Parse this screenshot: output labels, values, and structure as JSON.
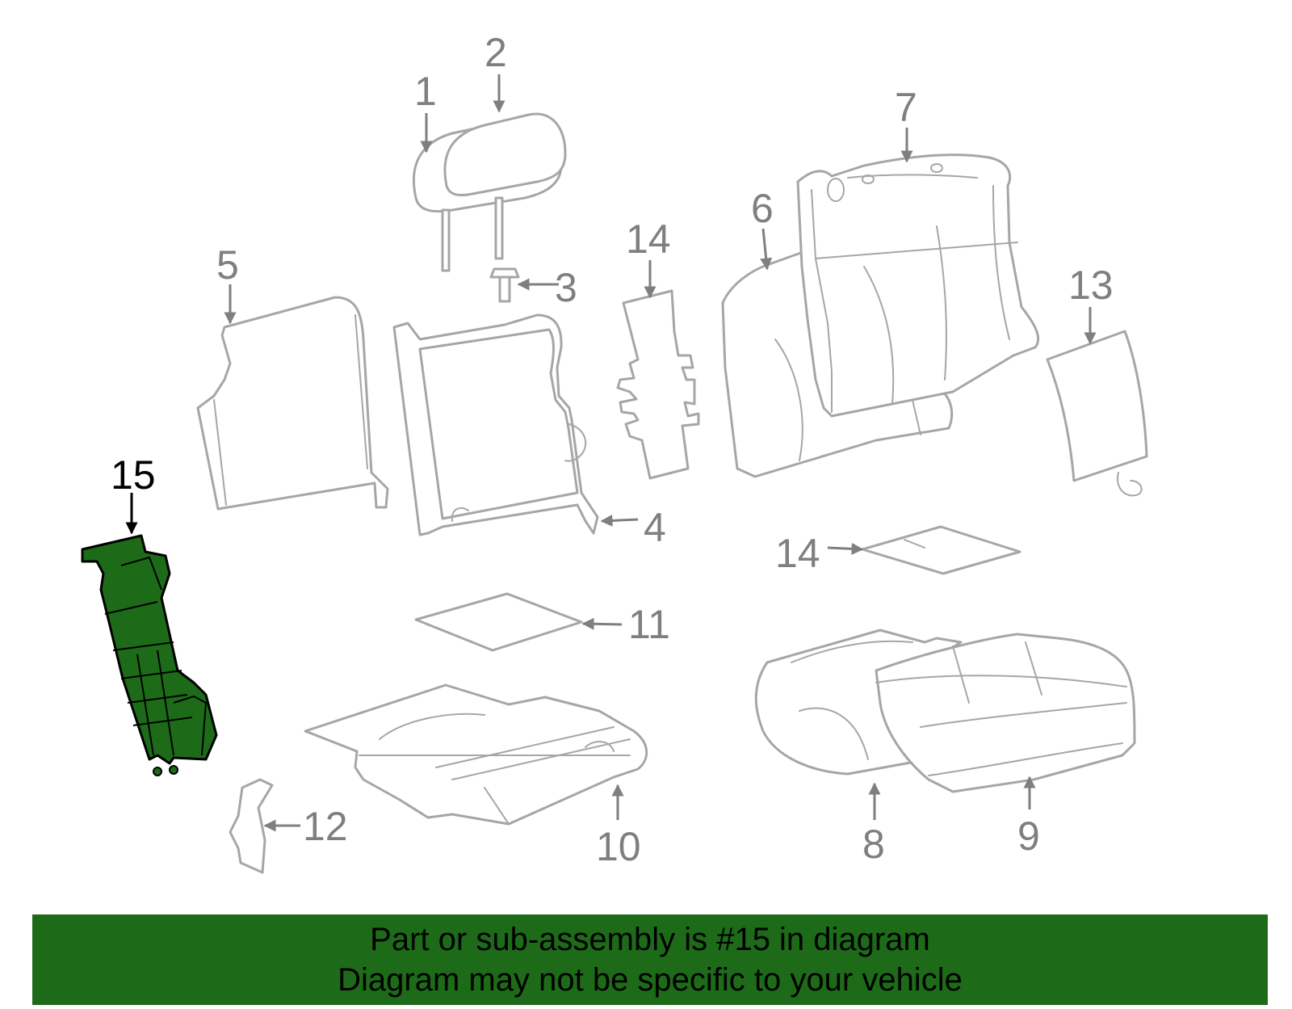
{
  "diagram": {
    "selected_part": "15",
    "colors": {
      "highlight": "#1d6b18",
      "outline": "#a6a6a6",
      "callout": "#7f7f7f",
      "banner": "#1d6b18"
    },
    "callouts": [
      "1",
      "2",
      "3",
      "4",
      "5",
      "6",
      "7",
      "8",
      "9",
      "10",
      "11",
      "12",
      "13",
      "14",
      "14",
      "15"
    ]
  },
  "banner": {
    "line1": "Part or sub-assembly is #15 in diagram",
    "line2": "Diagram may not be specific to your vehicle"
  }
}
